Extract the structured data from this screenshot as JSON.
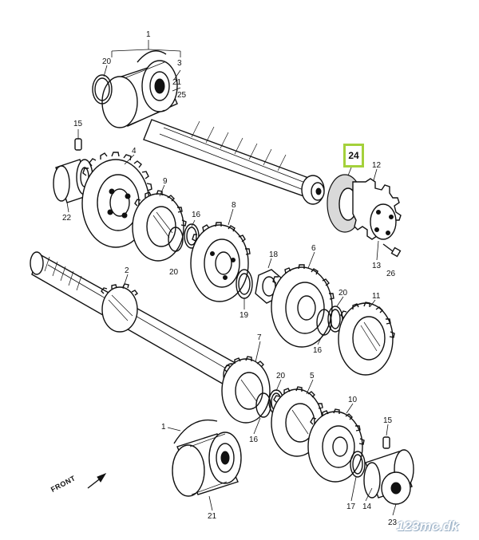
{
  "highlight": {
    "label": "24",
    "color": "#a4d13b"
  },
  "front_label": "FRONT",
  "watermark": "123mc.dk",
  "callouts": {
    "c1_top": "1",
    "c20_top": "20",
    "c3": "3",
    "c21_top": "21",
    "c25": "25",
    "c15_left": "15",
    "c4": "4",
    "c22": "22",
    "c9": "9",
    "c16_a": "16",
    "c8": "8",
    "c20_mid": "20",
    "c12": "12",
    "c13": "13",
    "c26": "26",
    "c18": "18",
    "c19": "19",
    "c6": "6",
    "c20_right": "20",
    "c11": "11",
    "c16_b": "16",
    "c2": "2",
    "c7": "7",
    "c20_low": "20",
    "c16_c": "16",
    "c5": "5",
    "c10": "10",
    "c1_bottom": "1",
    "c15_right": "15",
    "c17": "17",
    "c14": "14",
    "c21_bottom": "21",
    "c23": "23"
  },
  "colors": {
    "line": "#111111",
    "background": "#ffffff",
    "shading": "#d9d9d9"
  }
}
